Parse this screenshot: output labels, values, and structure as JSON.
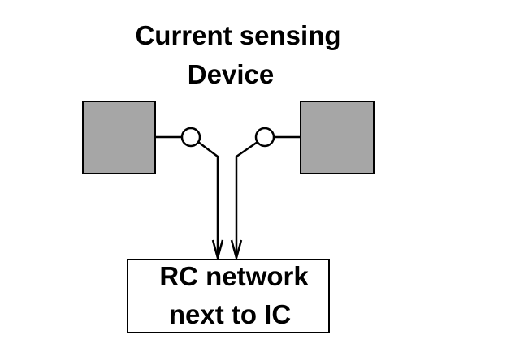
{
  "title": {
    "line1": "Current sensing",
    "line2": "Device"
  },
  "rc_box": {
    "line1": "RC network",
    "line2": "next to IC"
  },
  "colors": {
    "pad_fill": "#a6a6a6",
    "stroke": "#000000",
    "background": "#ffffff"
  }
}
